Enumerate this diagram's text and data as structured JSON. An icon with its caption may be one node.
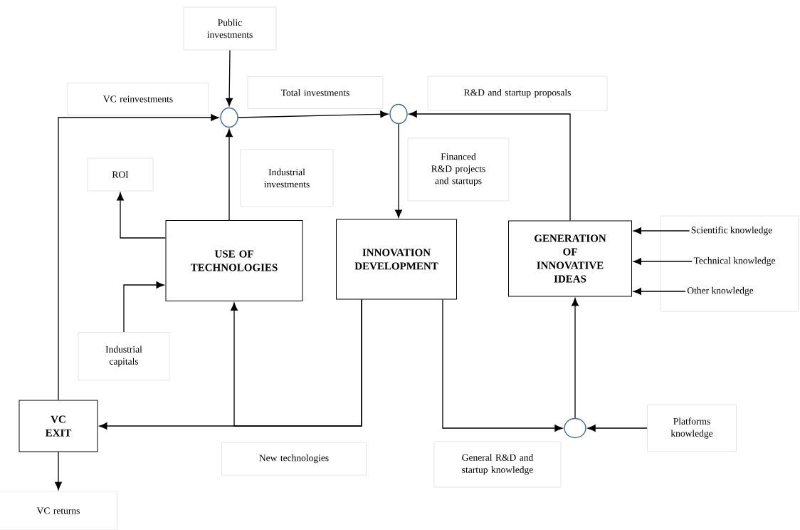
{
  "diagram": {
    "nodes": [
      {
        "text": [
          "Public investments"
        ]
      },
      {
        "text": [],
        "shape": "circle"
      },
      {
        "text": [],
        "shape": "circle"
      },
      {
        "text": [
          "ROI"
        ]
      },
      {
        "text": [
          "USE OF TECHNOLOGIES"
        ]
      },
      {
        "text": [
          "INNOVATION DEVELOPMENT"
        ]
      },
      {
        "text": [
          "GENERATION OF INNOVATIVE IDEAS"
        ]
      },
      {
        "text": [],
        "shape": "box"
      },
      {
        "text": [
          "Scientific knowledge"
        ],
        "in": 7
      },
      {
        "text": [
          "Technical knowledge"
        ],
        "in": 7
      },
      {
        "text": [
          "Other knowledge"
        ],
        "in": 7
      },
      {
        "text": [
          "Industrial capitals"
        ]
      },
      {
        "text": [
          "VC EXIT"
        ]
      },
      {
        "text": [
          "VC returns"
        ]
      },
      {
        "text": [],
        "shape": "circle"
      },
      {
        "text": [
          "Platforms knowledge"
        ]
      }
    ],
    "edges": [
      {
        "from": 0,
        "to": 1,
        "arrow": "to"
      },
      {
        "from": 12,
        "to": 1,
        "arrow": "to",
        "label": "VC reinvestments"
      },
      {
        "from": 4,
        "to": 1,
        "arrow": "to",
        "label": "Industrial investments"
      },
      {
        "from": 1,
        "to": 2,
        "arrow": "to",
        "label": "Total investments"
      },
      {
        "from": 6,
        "to": 2,
        "arrow": "to",
        "label": "R&D and startup proposals"
      },
      {
        "from": 2,
        "to": 5,
        "arrow": "to",
        "label": "Financed R&D projects and startups"
      },
      {
        "from": 4,
        "to": 3,
        "arrow": "to"
      },
      {
        "from": 11,
        "to": 4,
        "arrow": "to"
      },
      {
        "from": 5,
        "to": 12,
        "arrow": "to",
        "label": "New technologies"
      },
      {
        "from": 5,
        "to": 4,
        "arrow": "to"
      },
      {
        "from": 5,
        "to": 14,
        "arrow": "to",
        "label": "General R&D and startup knowledge"
      },
      {
        "from": 15,
        "to": 14,
        "arrow": "to"
      },
      {
        "from": 14,
        "to": 6,
        "arrow": "to"
      },
      {
        "from": 8,
        "to": 6,
        "arrow": "to"
      },
      {
        "from": 9,
        "to": 6,
        "arrow": "to"
      },
      {
        "from": 10,
        "to": 6,
        "arrow": "to"
      },
      {
        "from": 12,
        "to": 13,
        "arrow": "to"
      }
    ]
  }
}
